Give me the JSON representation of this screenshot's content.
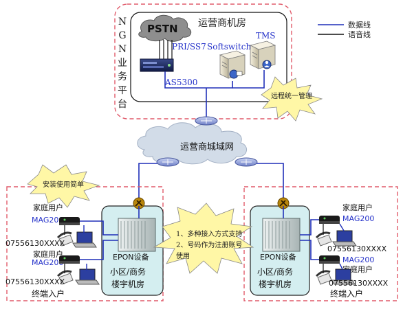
{
  "colors": {
    "data_line": "#1f2fb8",
    "voice_line": "#111111",
    "dashed_border": "#e05a6a",
    "room_fill": "#d4eef0",
    "cloud_fill": "#d2dce8",
    "burst_fill": "#fff7a6",
    "label_blue": "#2431c9"
  },
  "legend": {
    "data_line": "数据线",
    "voice_line": "语音线"
  },
  "ngn": {
    "side_label": [
      "N",
      "G",
      "N",
      "业",
      "务",
      "平",
      "台"
    ],
    "room_title": "运营商机房",
    "pstn": "PSTN",
    "pri_ss7": "PRI/SS7",
    "softswitch": "Softswitch",
    "tms": "TMS",
    "as5300": "AS5300",
    "remote_mgmt": "远程统一管理"
  },
  "metro": {
    "label": "运营商城域网"
  },
  "left_site": {
    "install_note": "安装使用简单",
    "user1": {
      "title": "家庭用户",
      "device": "MAG200",
      "number": "07556130XXXX"
    },
    "user2": {
      "title": "家庭用户",
      "device": "MAG200",
      "number": "07556130XXXX"
    },
    "epon": "EPON设备",
    "room": [
      "小区/商务",
      "楼宇机房"
    ],
    "access": "终端入户"
  },
  "right_site": {
    "user1": {
      "title": "家庭用户",
      "device": "MAG200",
      "number": "07556130XXXX"
    },
    "user2": {
      "title": "家庭用户",
      "device": "MAG200",
      "number": "07556130XXXX"
    },
    "epon": "EPON设备",
    "room": [
      "小区/商务",
      "楼宇机房"
    ],
    "access": "终端入户"
  },
  "center_note": [
    "1、多种接入方式支持",
    "2、号码作为注册账号",
    "使用"
  ],
  "icons": {
    "server": "server-icon",
    "router": "router-icon",
    "cloud": "cloud-icon",
    "phone": "phone-icon",
    "laptop": "laptop-icon",
    "gateway": "gateway-icon",
    "tools": "tools-icon"
  }
}
